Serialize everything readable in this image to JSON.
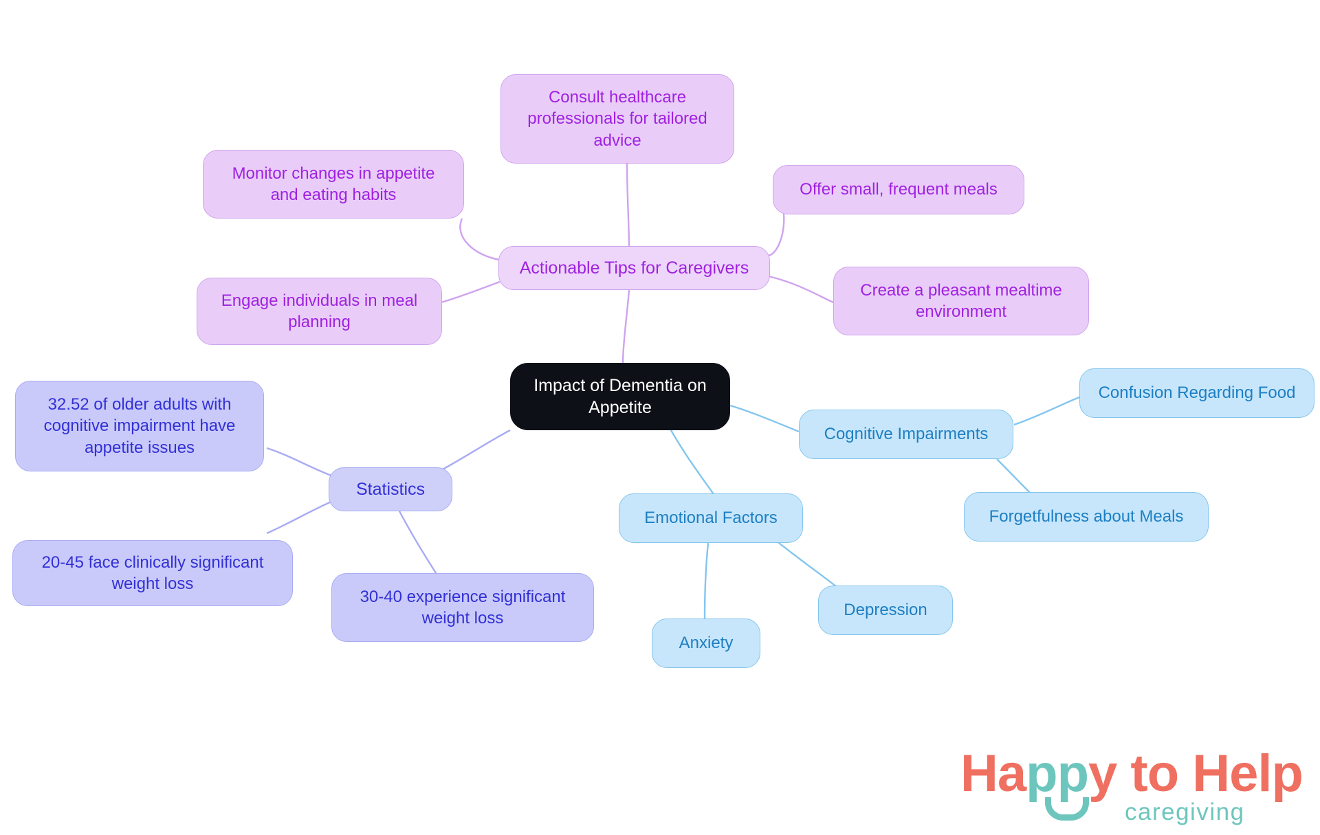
{
  "diagram": {
    "type": "mindmap",
    "background_color": "#ffffff",
    "root": {
      "label": "Impact of Dementia on Appetite",
      "fill": "#0d1117",
      "text_color": "#ffffff"
    },
    "branches": [
      {
        "id": "actionable-tips",
        "label": "Actionable Tips for Caregivers",
        "fill": "#e9cdf8",
        "border": "#cfa3ee",
        "text_color": "#a022e0",
        "children": [
          {
            "label": "Consult healthcare professionals for tailored advice"
          },
          {
            "label": "Monitor changes in appetite and eating habits"
          },
          {
            "label": "Offer small, frequent meals"
          },
          {
            "label": "Engage individuals in meal planning"
          },
          {
            "label": "Create a pleasant mealtime environment"
          }
        ]
      },
      {
        "id": "statistics",
        "label": "Statistics",
        "fill": "#c9caf9",
        "border": "#a9abf3",
        "text_color": "#3330d6",
        "children": [
          {
            "label": "32.52 of older adults with cognitive impairment have appetite issues"
          },
          {
            "label": "20-45 face clinically significant weight loss"
          },
          {
            "label": "30-40 experience significant weight loss"
          }
        ]
      },
      {
        "id": "cognitive-impairments",
        "label": "Cognitive Impairments",
        "fill": "#c7e6fb",
        "border": "#83c5ee",
        "text_color": "#1d7fc3",
        "children": [
          {
            "label": "Confusion Regarding Food"
          },
          {
            "label": "Forgetfulness about Meals"
          }
        ]
      },
      {
        "id": "emotional-factors",
        "label": "Emotional Factors",
        "fill": "#c7e6fb",
        "border": "#83c5ee",
        "text_color": "#1d7fc3",
        "children": [
          {
            "label": "Anxiety"
          },
          {
            "label": "Depression"
          }
        ]
      }
    ]
  },
  "nodes": {
    "root": "Impact of Dementia on\nAppetite",
    "tips_hub": "Actionable Tips for Caregivers",
    "tips_consult": "Consult healthcare\nprofessionals for tailored\nadvice",
    "tips_monitor": "Monitor changes in appetite\nand eating habits",
    "tips_offer": "Offer small, frequent meals",
    "tips_engage": "Engage individuals in meal\nplanning",
    "tips_environment": "Create a pleasant mealtime\nenvironment",
    "stats_hub": "Statistics",
    "stats_3252": "32.52 of older adults with\ncognitive impairment have\nappetite issues",
    "stats_2045": "20-45 face clinically significant\nweight loss",
    "stats_3040": "30-40 experience significant\nweight loss",
    "cog_hub": "Cognitive Impairments",
    "cog_confusion": "Confusion Regarding Food",
    "cog_forgetfulness": "Forgetfulness about Meals",
    "emo_hub": "Emotional Factors",
    "emo_anxiety": "Anxiety",
    "emo_depression": "Depression"
  },
  "logo": {
    "word_happy": "Ha",
    "word_pp": "pp",
    "word_y": "y",
    "word_tohelp": " to Help",
    "tagline": "caregiving",
    "coral": "#ef7061",
    "teal": "#6dc6bd"
  },
  "edge_colors": {
    "purple": "#cfa3ee",
    "periwinkle": "#a9abf3",
    "blue": "#83c5ee"
  }
}
